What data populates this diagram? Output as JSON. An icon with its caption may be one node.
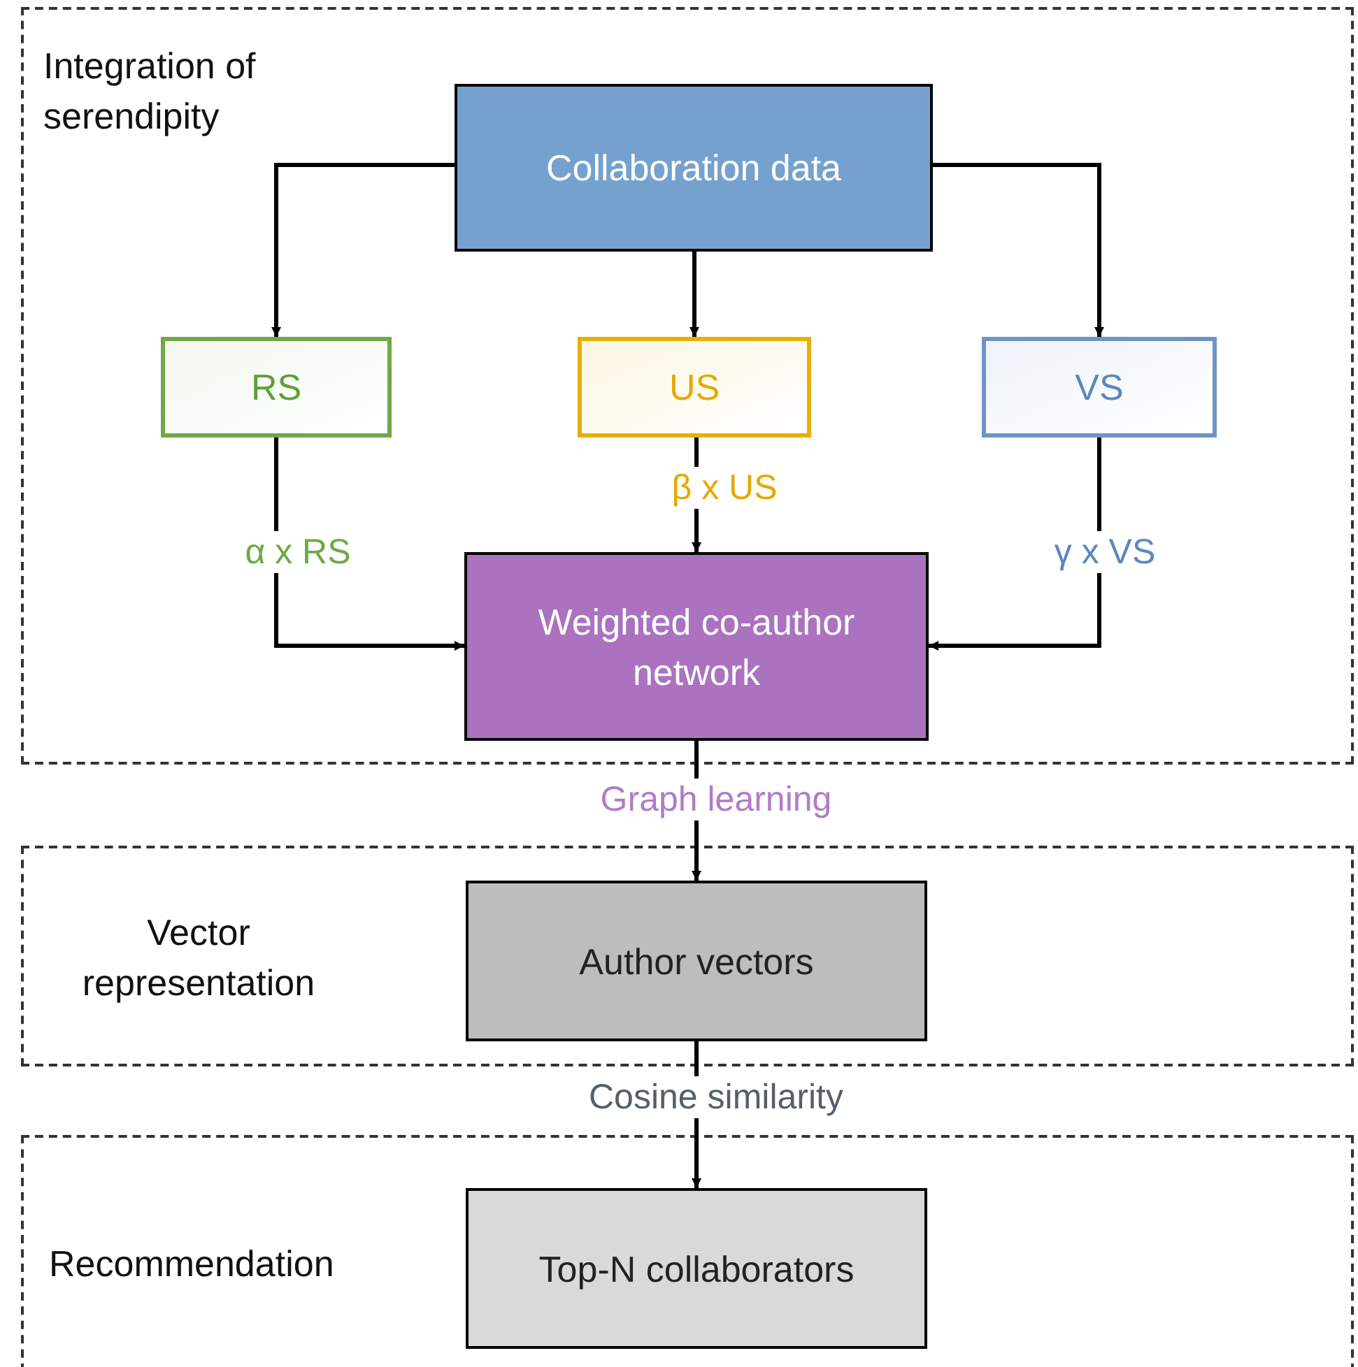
{
  "diagram": {
    "nodes": [
      {
        "text": [
          "Integration of serendipity"
        ]
      },
      {
        "text": [
          "Collaboration data"
        ],
        "in": 0
      },
      {
        "text": [
          "RS"
        ],
        "in": 0
      },
      {
        "text": [
          "US"
        ],
        "in": 0
      },
      {
        "text": [
          "VS"
        ],
        "in": 0
      },
      {
        "text": [
          "Weighted co-author network"
        ],
        "in": 0
      },
      {
        "text": [
          "Vector representation"
        ]
      },
      {
        "text": [
          "Author vectors"
        ],
        "in": 6
      },
      {
        "text": [
          "Recommendation"
        ]
      },
      {
        "text": [
          "Top-N collaborators"
        ],
        "in": 8
      }
    ],
    "edges": [
      {
        "from": 1,
        "to": 2,
        "arrow": "to"
      },
      {
        "from": 1,
        "to": 3,
        "arrow": "to"
      },
      {
        "from": 1,
        "to": 4,
        "arrow": "to"
      },
      {
        "from": 2,
        "to": 5,
        "arrow": "to",
        "label": "α x RS"
      },
      {
        "from": 3,
        "to": 5,
        "arrow": "to",
        "label": "β x US"
      },
      {
        "from": 4,
        "to": 5,
        "arrow": "to",
        "label": "γ x VS"
      },
      {
        "from": 5,
        "to": 7,
        "arrow": "to",
        "label": "Graph learning"
      },
      {
        "from": 7,
        "to": 9,
        "arrow": "to",
        "label": "Cosine similarity"
      }
    ]
  }
}
